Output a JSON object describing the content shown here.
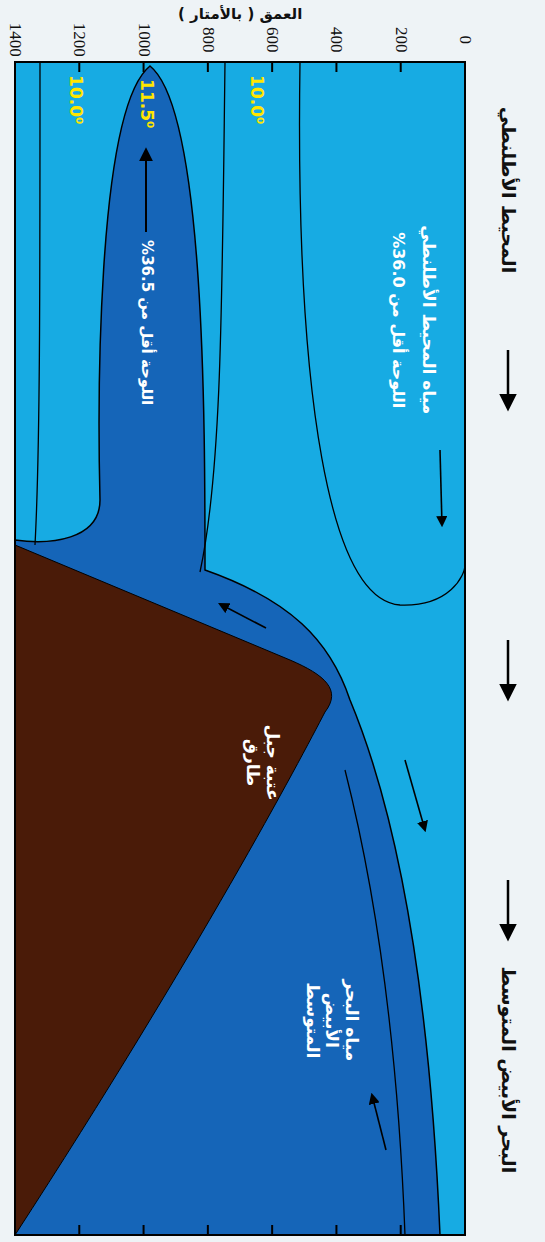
{
  "diagram": {
    "labels": [
      "المحيط الأطلنطي",
      "البحر الأبيض المتوسط",
      "العمق ( بالأمتار )",
      "0",
      "200",
      "400",
      "600",
      "800",
      "1000",
      "1200",
      "1400",
      "مياه المحيط الأطلنطي",
      "اللوحة أقل من 36.0%",
      "10.0⁰",
      "11.5⁰",
      "10.0⁰",
      "اللوحة أقل من 36.5%",
      "عتبة جبل طارق",
      "مياه البحر الأبيض المتوسط"
    ]
  }
}
